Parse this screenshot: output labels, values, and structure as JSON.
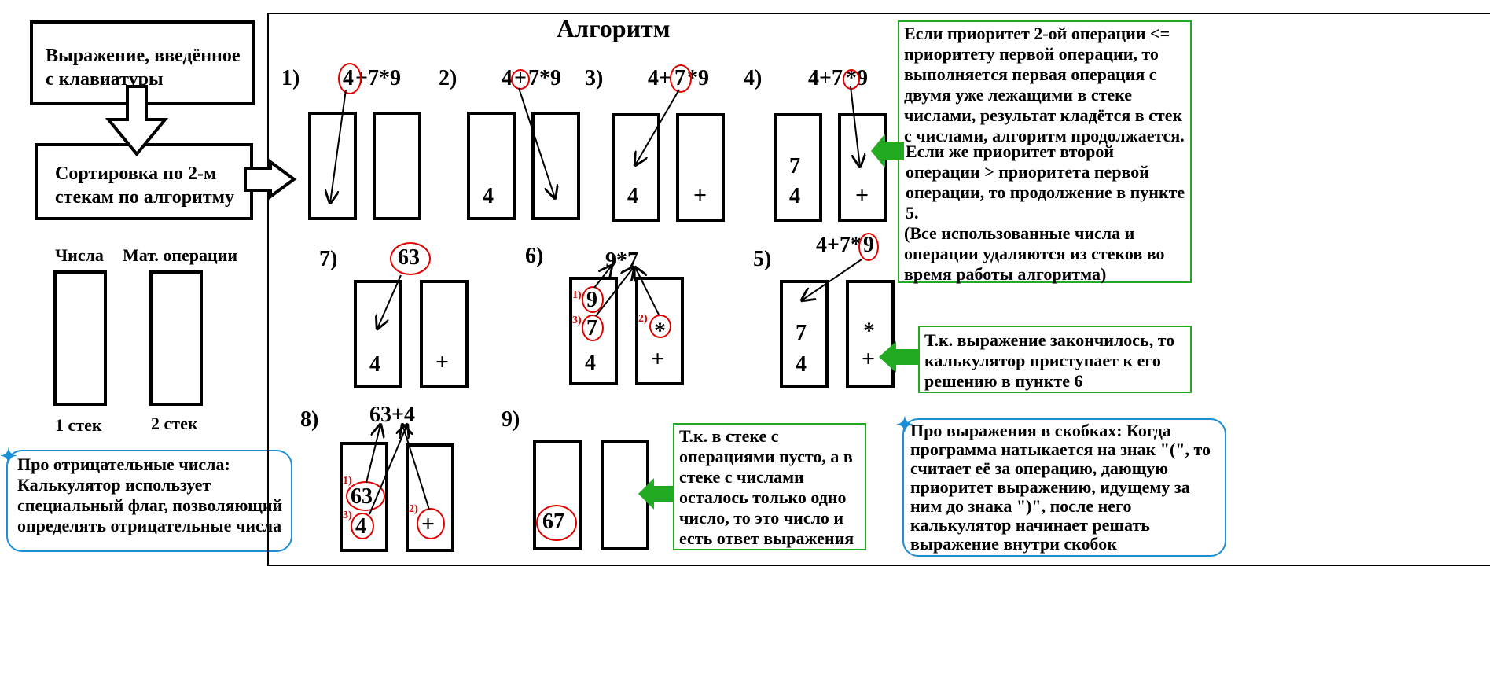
{
  "left": {
    "input_box": "Выражение, введённое с клавиатуры",
    "sort_box": "Сортировка по 2-м стекам по алгоритму",
    "numbers_label": "Числа",
    "ops_label": "Мат. операции",
    "stack1_label": "1 стек",
    "stack2_label": "2 стек",
    "negative_note": "Про отрицательные числа: Калькулятор использует специальный флаг, позволяющий определять отрицательные числа"
  },
  "algo": {
    "title": "Алгоритм",
    "steps": {
      "s1": {
        "num": "1)",
        "expr_a": "4",
        "expr_b": "+7*9"
      },
      "s2": {
        "num": "2)",
        "expr_a": "4",
        "expr_b": "+",
        "expr_c": "7*9",
        "num_stack": "4"
      },
      "s3": {
        "num": "3)",
        "expr_a": "4+",
        "expr_b": "7",
        "expr_c": "*9",
        "num_stack": "4",
        "op_stack": "+"
      },
      "s4": {
        "num": "4)",
        "expr_a": "4+7",
        "expr_b": "*",
        "expr_c": "9",
        "num_top": "7",
        "num_bottom": "4",
        "op_stack": "+"
      },
      "s5": {
        "num": "5)",
        "expr_a": "4+7*",
        "expr_b": "9",
        "num_top": "7",
        "num_bottom": "4",
        "op_top": "*",
        "op_bottom": "+"
      },
      "s6": {
        "num": "6)",
        "expr": "9*7",
        "n1": "9",
        "n2": "7",
        "n3": "4",
        "op1": "*",
        "op2": "+",
        "l1": "1)",
        "l2": "2)",
        "l3": "3)"
      },
      "s7": {
        "num": "7)",
        "result": "63",
        "num_stack": "4",
        "op_stack": "+"
      },
      "s8": {
        "num": "8)",
        "expr": "63+4",
        "n1": "63",
        "n2": "4",
        "op1": "+",
        "l1": "1)",
        "l2": "2)",
        "l3": "3)"
      },
      "s9": {
        "num": "9)",
        "result": "67"
      }
    },
    "note_priority": "Если приоритет 2-ой операции <= приоритету первой операции, то выполняется первая операция с двумя уже лежащими в стеке числами, результат кладётся в стек с числами, алгоритм продолжается.",
    "note_priority2": "Если же приоритет второй операции > приоритета первой операции, то продолжение в пункте 5.",
    "note_priority3": "(Все использованные числа и операции удаляются из стеков во время работы алгоритма)",
    "note_end": "Т.к. выражение закончилось, то калькулятор приступает к его решению в пункте 6",
    "note_answer": "Т.к. в стеке с операциями пусто, а в стеке с числами осталось только одно число, то это число и есть ответ выражения",
    "note_brackets": "Про выражения в скобках: Когда программа натыкается на знак \"(\", то считает её за операцию, дающую приоритет выражению, идущему за ним до знака \")\", после него калькулятор начинает решать выражение внутри скобок"
  },
  "colors": {
    "ring": "#e00000",
    "green": "#22aa22",
    "blue": "#1a8fd8"
  }
}
